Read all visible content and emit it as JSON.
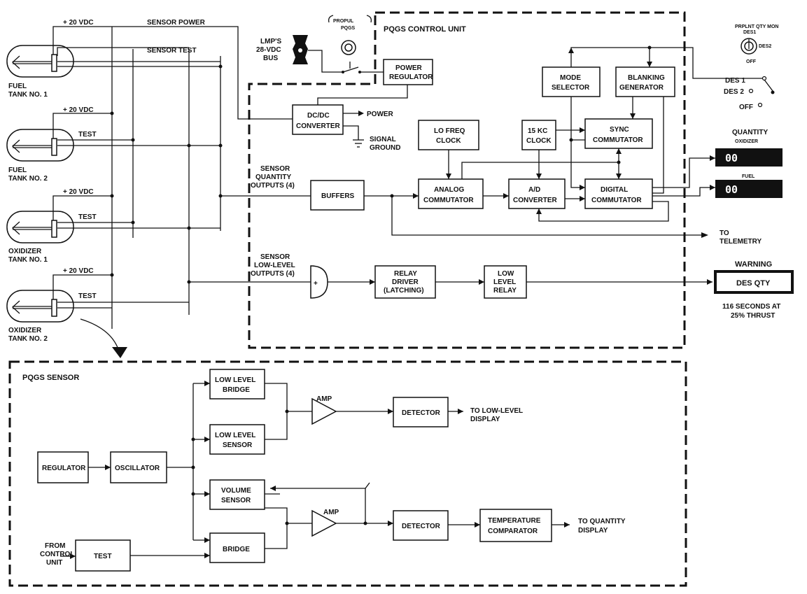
{
  "control_unit": {
    "title": "PQGS CONTROL UNIT",
    "power_regulator": [
      "POWER",
      "REGULATOR"
    ],
    "dcdc_converter": [
      "DC/DC",
      "CONVERTER"
    ],
    "power_out": "POWER",
    "signal_ground": [
      "SIGNAL",
      "GROUND"
    ],
    "lo_freq_clock": [
      "LO FREQ",
      "CLOCK"
    ],
    "clock_15kc": [
      "15 KC",
      "CLOCK"
    ],
    "mode_selector": [
      "MODE",
      "SELECTOR"
    ],
    "blanking_generator": [
      "BLANKING",
      "GENERATOR"
    ],
    "sync_commutator": [
      "SYNC",
      "COMMUTATOR"
    ],
    "buffers": "BUFFERS",
    "analog_commutator": [
      "ANALOG",
      "COMMUTATOR"
    ],
    "ad_converter": [
      "A/D",
      "CONVERTER"
    ],
    "digital_commutator": [
      "DIGITAL",
      "COMMUTATOR"
    ],
    "relay_driver": [
      "RELAY",
      "DRIVER",
      "(LATCHING)"
    ],
    "low_level_relay": [
      "LOW",
      "LEVEL",
      "RELAY"
    ]
  },
  "inputs": {
    "lmp_bus": [
      "LMP'S",
      "28-VDC",
      "BUS"
    ],
    "propul_breaker": [
      "PROPUL",
      "PQGS"
    ],
    "sensor_power": "SENSOR POWER",
    "sensor_test": "SENSOR TEST",
    "test": "TEST",
    "plus20vdc": "+ 20 VDC",
    "sensor_quantity_outputs": [
      "SENSOR",
      "QUANTITY",
      "OUTPUTS (4)"
    ],
    "sensor_low_level_outputs": [
      "SENSOR",
      "LOW-LEVEL",
      "OUTPUTS (4)"
    ]
  },
  "tanks": [
    {
      "name": [
        "FUEL",
        "TANK NO. 1"
      ]
    },
    {
      "name": [
        "FUEL",
        "TANK NO. 2"
      ]
    },
    {
      "name": [
        "OXIDIZER",
        "TANK NO. 1"
      ]
    },
    {
      "name": [
        "OXIDIZER",
        "TANK NO. 2"
      ]
    }
  ],
  "switch": {
    "title": [
      "PRPLNT QTY MON",
      "DES1"
    ],
    "des2_small": "DES2",
    "off_small": "OFF",
    "des1": "DES 1",
    "des2": "DES 2",
    "off": "OFF"
  },
  "displays": {
    "quantity": "QUANTITY",
    "oxidizer": "OXIDIZER",
    "fuel": "FUEL",
    "oxidizer_value": "00",
    "fuel_value": "00"
  },
  "telemetry": [
    "TO",
    "TELEMETRY"
  ],
  "warning": {
    "label": "WARNING",
    "light": "DES QTY",
    "note": [
      "116 SECONDS AT",
      "25% THRUST"
    ]
  },
  "sensor": {
    "title": "PQGS SENSOR",
    "regulator": "REGULATOR",
    "oscillator": "OSCILLATOR",
    "low_level_bridge": [
      "LOW LEVEL",
      "BRIDGE"
    ],
    "low_level_sensor": [
      "LOW LEVEL",
      "SENSOR"
    ],
    "volume_sensor": [
      "VOLUME",
      "SENSOR"
    ],
    "bridge": "BRIDGE",
    "amp_top": "AMP",
    "amp_bottom": "AMP",
    "detector_top": "DETECTOR",
    "detector_bottom": "DETECTOR",
    "temperature_comparator": [
      "TEMPERATURE",
      "COMPARATOR"
    ],
    "to_low_level_display": [
      "TO LOW-LEVEL",
      "DISPLAY"
    ],
    "to_quantity_display": [
      "TO QUANTITY",
      "DISPLAY"
    ],
    "from_control_unit": [
      "FROM",
      "CONTROL",
      "UNIT"
    ],
    "test": "TEST"
  }
}
